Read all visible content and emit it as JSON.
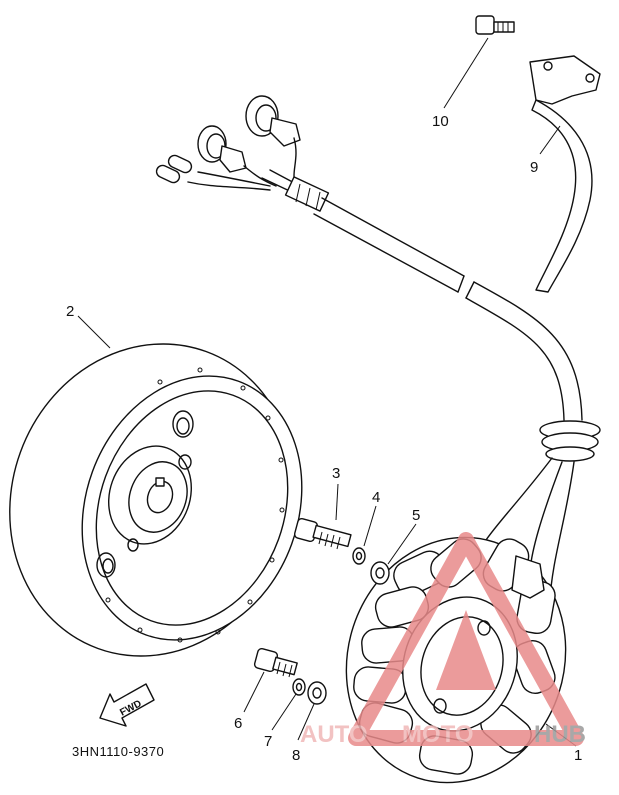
{
  "diagram": {
    "part_labels": {
      "p1": "1",
      "p2": "2",
      "p3": "3",
      "p4": "4",
      "p5": "5",
      "p6": "6",
      "p7": "7",
      "p8": "8",
      "p9": "9",
      "p10": "10"
    },
    "fwd_label": "FWD",
    "drawing_code": "3HN1110-9370"
  },
  "watermark": {
    "text_left": "AUTO",
    "text_mid": "MOTO",
    "text_right": "HUB",
    "color_red": "#e88a8a",
    "color_grey": "#8c8c8c"
  }
}
